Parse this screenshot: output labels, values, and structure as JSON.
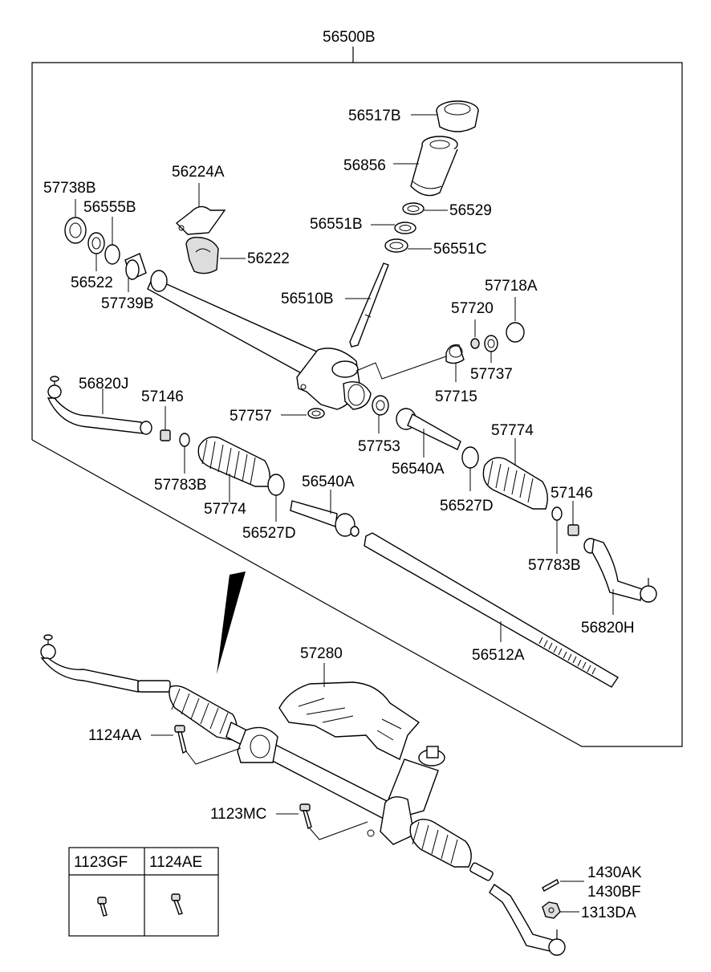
{
  "diagram": {
    "assembly_label": "56500B",
    "labels": {
      "p56517B": "56517B",
      "p56856": "56856",
      "p56529": "56529",
      "p56551B": "56551B",
      "p56551C": "56551C",
      "p56224A": "56224A",
      "p56222": "56222",
      "p57738B": "57738B",
      "p56555B": "56555B",
      "p56522": "56522",
      "p57739B": "57739B",
      "p56510B": "56510B",
      "p57718A": "57718A",
      "p57720": "57720",
      "p57737": "57737",
      "p57715": "57715",
      "p56820J": "56820J",
      "p57146_l": "57146",
      "p57757": "57757",
      "p57753": "57753",
      "p56540A_r": "56540A",
      "p57774_r": "57774",
      "p57783B_l": "57783B",
      "p57774_l": "57774",
      "p56540A_l": "56540A",
      "p56527D_r": "56527D",
      "p57146_r": "57146",
      "p56527D_l": "56527D",
      "p57783B_r": "57783B",
      "p56820H": "56820H",
      "p56512A": "56512A",
      "p57280": "57280",
      "p1124AA": "1124AA",
      "p1123MC": "1123MC",
      "p1430AK": "1430AK",
      "p1430BF": "1430BF",
      "p1313DA": "1313DA"
    },
    "table": {
      "headers": [
        "1123GF",
        "1124AE"
      ]
    }
  }
}
